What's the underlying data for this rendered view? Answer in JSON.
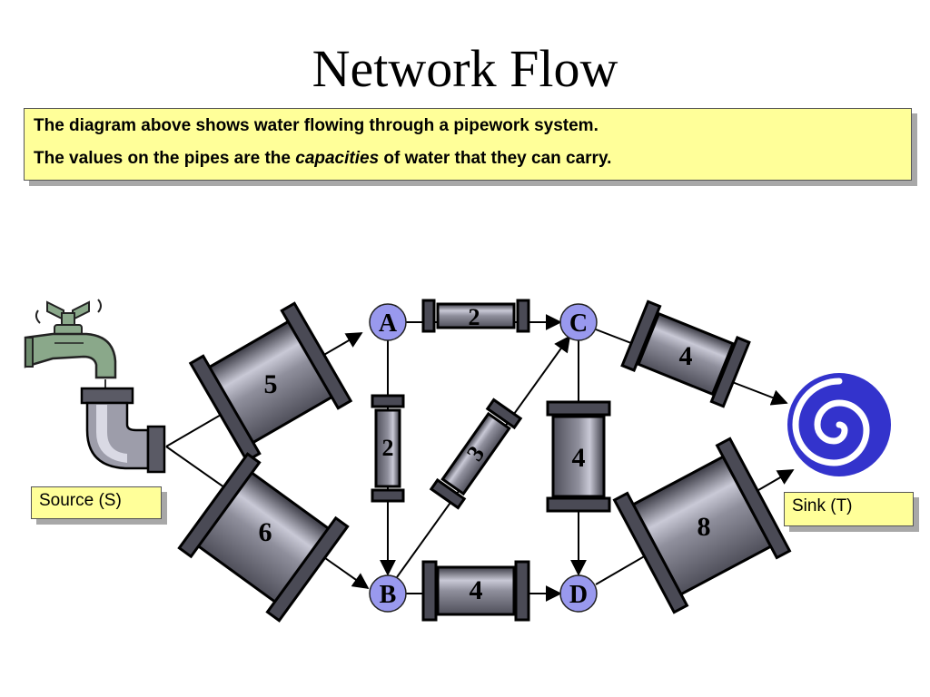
{
  "title": "Network Flow",
  "description": {
    "line1": "The diagram above shows water flowing through a pipework system.",
    "line2_before": "The values on the pipes are the ",
    "line2_emphasis": "capacities",
    "line2_after": " of water that they can carry."
  },
  "source_label": "Source (S)",
  "sink_label": "Sink (T)",
  "nodes": {
    "A": "A",
    "B": "B",
    "C": "C",
    "D": "D"
  },
  "capacities": {
    "S_A": "5",
    "S_B": "6",
    "A_C": "2",
    "A_B": "2",
    "B_C": "3",
    "C_D": "4",
    "B_D": "4",
    "C_T": "4",
    "D_T": "8"
  },
  "colors": {
    "node_fill": "#9999ee",
    "label_box": "#ffff99",
    "sink_spiral": "#3333cc",
    "faucet": "#8aa88a"
  },
  "icons": [
    "faucet-icon",
    "spiral-sink-icon",
    "pipe-icon"
  ]
}
